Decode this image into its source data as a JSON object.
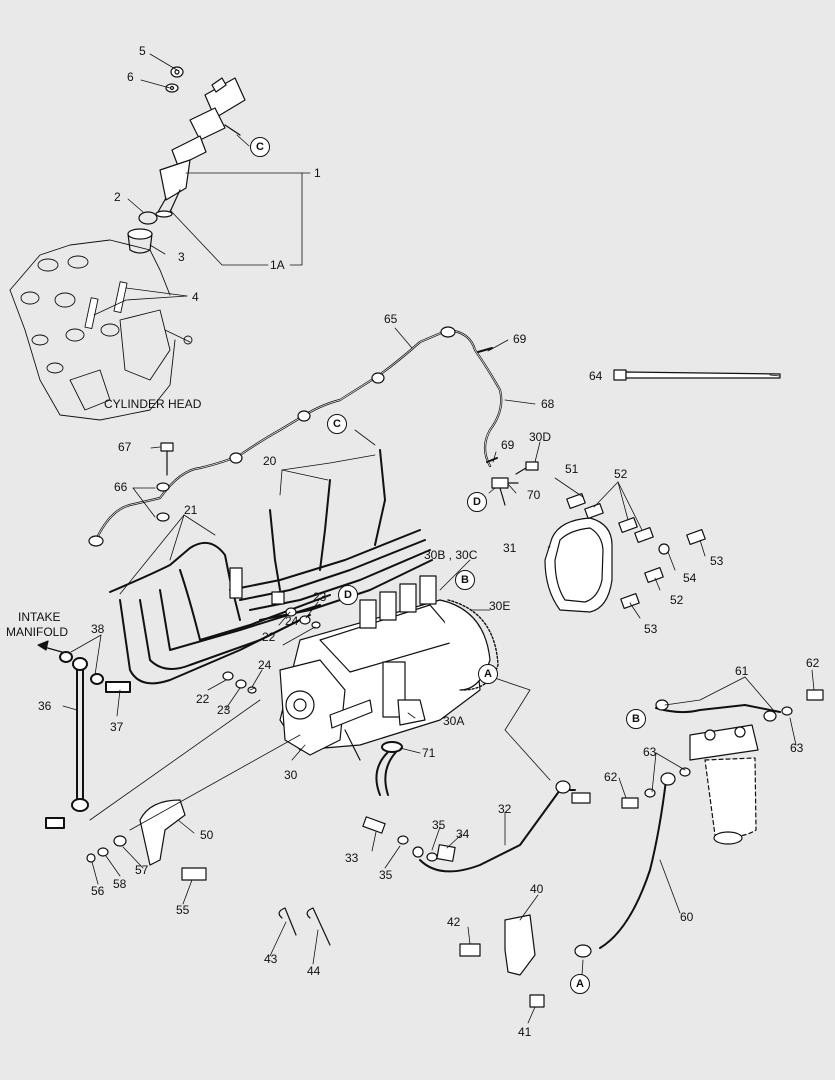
{
  "captions": {
    "cylinder_head": "CYLINDER HEAD",
    "intake_manifold_line1": "INTAKE",
    "intake_manifold_line2": "MANIFOLD"
  },
  "callouts": {
    "a": "A",
    "b": "B",
    "c": "C",
    "d": "D"
  },
  "labels": {
    "p1": "1",
    "p1a": "1A",
    "p2": "2",
    "p3": "3",
    "p4": "4",
    "p5": "5",
    "p6": "6",
    "p20": "20",
    "p21": "21",
    "p22a": "22",
    "p22b": "22",
    "p23a": "23",
    "p23b": "23",
    "p24a": "24",
    "p24b": "24",
    "p30": "30",
    "p30a": "30A",
    "p30bc": "30B , 30C",
    "p30d": "30D",
    "p30e": "30E",
    "p31": "31",
    "p32": "32",
    "p33": "33",
    "p34": "34",
    "p35a": "35",
    "p35b": "35",
    "p36": "36",
    "p37": "37",
    "p38": "38",
    "p40": "40",
    "p41": "41",
    "p42": "42",
    "p43": "43",
    "p44": "44",
    "p50": "50",
    "p51": "51",
    "p52a": "52",
    "p52b": "52",
    "p53a": "53",
    "p53b": "53",
    "p54": "54",
    "p55": "55",
    "p56": "56",
    "p57": "57",
    "p58": "58",
    "p60": "60",
    "p61": "61",
    "p62a": "62",
    "p62b": "62",
    "p63a": "63",
    "p63b": "63",
    "p64": "64",
    "p65": "65",
    "p66": "66",
    "p67": "67",
    "p68": "68",
    "p69a": "69",
    "p69b": "69",
    "p70": "70",
    "p71": "71"
  }
}
